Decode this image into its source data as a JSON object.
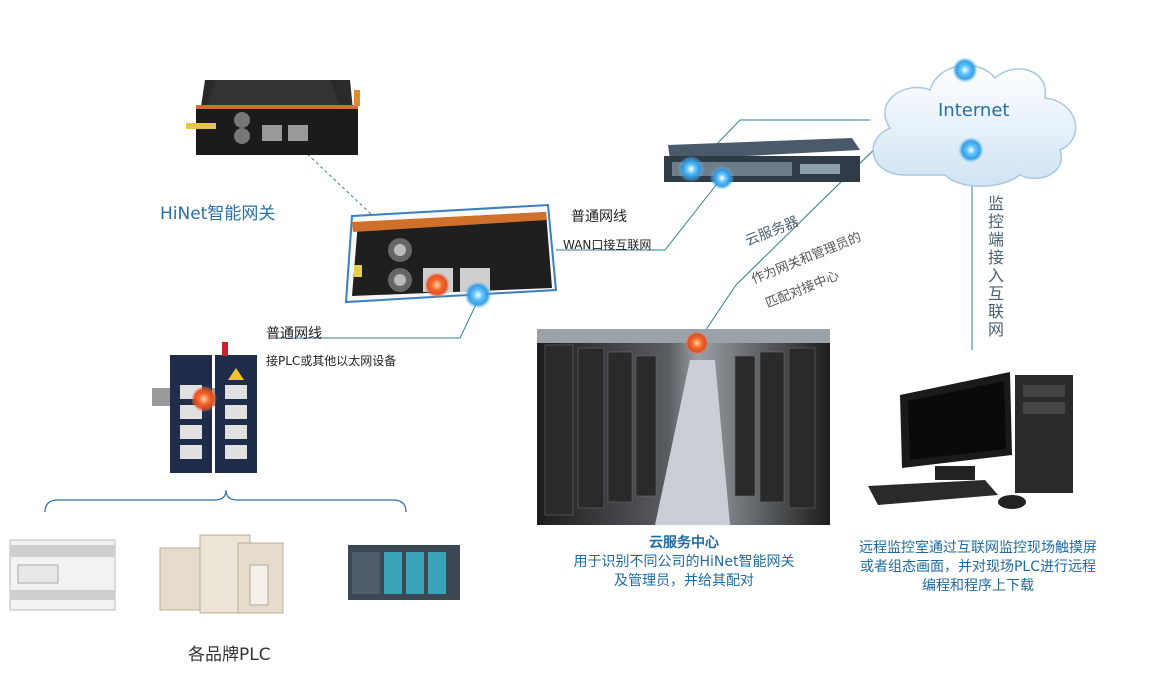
{
  "labels": {
    "gateway_title": "HiNet智能网关",
    "ethernet_cable_1": "普通网线",
    "wan_note": "WAN口接互联网",
    "ethernet_cable_2": "普通网线",
    "plc_note": "接PLC或其他以太网设备",
    "plc_brands": "各品牌PLC",
    "internet": "Internet",
    "cloud_server": "云服务器",
    "cloud_server_note_1": "作为网关和管理员的",
    "cloud_server_note_2": "匹配对接中心",
    "monitor_access": "监控端接入互联网",
    "cloud_center_title": "云服务中心",
    "cloud_center_line1": "用于识别不同公司的HiNet智能网关",
    "cloud_center_line2": "及管理员，并给其配对",
    "remote_line1": "远程监控室通过互联网监控现场触摸屏",
    "remote_line2": "或者组态画面，并对现场PLC进行远程",
    "remote_line3": "编程和程序上下载"
  },
  "colors": {
    "accent_blue": "#2a6fa5",
    "line_teal": "#2f7f8f",
    "node_blue": "#39a9ee",
    "node_red": "#f05a28",
    "cloud_fill": "#dbeaf5"
  },
  "icons": [
    "gateway-device",
    "network-switch",
    "cloud",
    "server-room",
    "computer",
    "ethernet-switch",
    "plc-unit"
  ]
}
